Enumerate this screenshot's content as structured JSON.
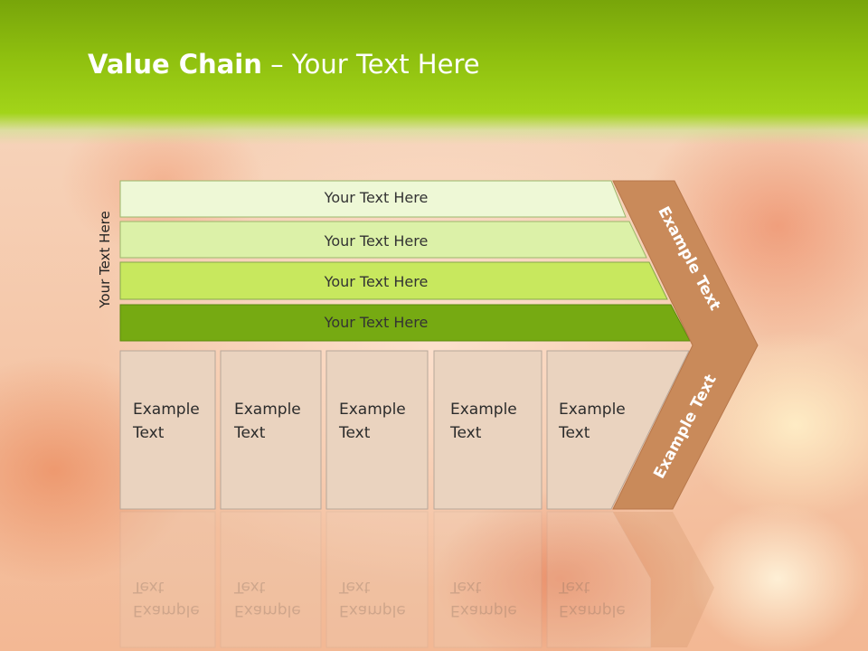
{
  "title": {
    "bold": "Value Chain",
    "rest": " – Your Text Here"
  },
  "side_label": "Your Text Here",
  "bars": [
    {
      "label": "Your Text Here",
      "color": "#eef8d6"
    },
    {
      "label": "Your Text Here",
      "color": "#dcf1a8"
    },
    {
      "label": "Your Text Here",
      "color": "#c8e85e"
    },
    {
      "label": "Your Text Here",
      "color": "#76aa12"
    }
  ],
  "cells": [
    {
      "line1": "Example",
      "line2": "Text"
    },
    {
      "line1": "Example",
      "line2": "Text"
    },
    {
      "line1": "Example",
      "line2": "Text"
    },
    {
      "line1": "Example",
      "line2": "Text"
    },
    {
      "line1": "Example",
      "line2": "Text"
    }
  ],
  "chevron": {
    "upper_text": "Example Text",
    "lower_text": "Example Text",
    "color": "#c98a5a"
  },
  "colors": {
    "header": "#8fc00f",
    "cell_fill": "#ead3bf",
    "cell_border": "#b7a79a"
  }
}
